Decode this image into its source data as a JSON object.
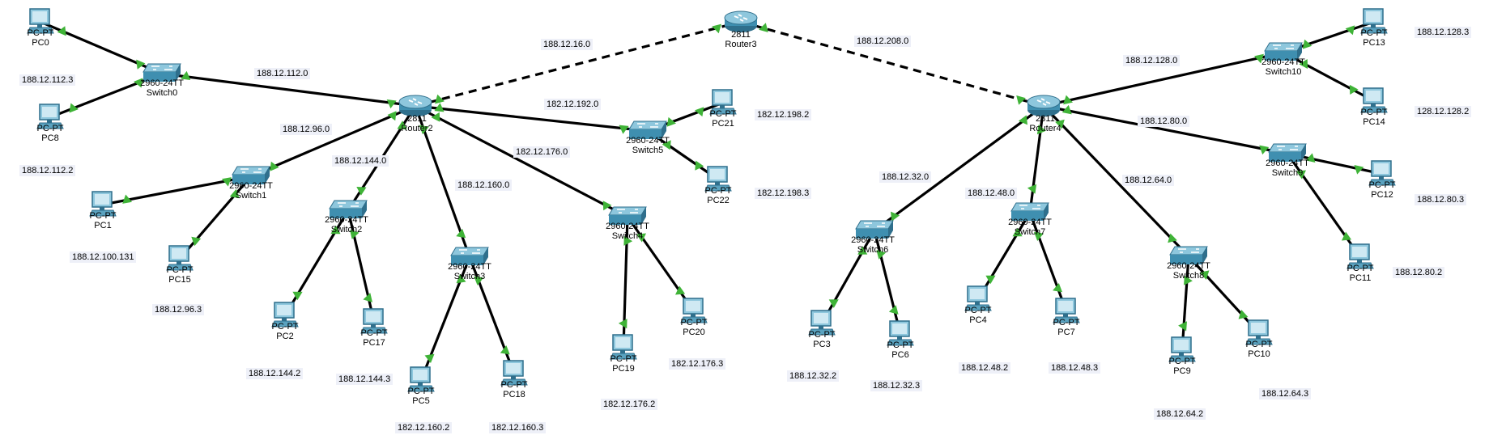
{
  "devices": [
    {
      "id": "Router3",
      "type": "router",
      "model": "2811",
      "name": "Router3"
    },
    {
      "id": "Router2",
      "type": "router",
      "model": "2811",
      "name": "Router2"
    },
    {
      "id": "Router4",
      "type": "router",
      "model": "2811",
      "name": "Router4"
    },
    {
      "id": "Switch0",
      "type": "switch",
      "model": "2960-24TT",
      "name": "Switch0"
    },
    {
      "id": "Switch1",
      "type": "switch",
      "model": "2960-24TT",
      "name": "Switch1"
    },
    {
      "id": "Switch2",
      "type": "switch",
      "model": "2960-24TT",
      "name": "Switch2"
    },
    {
      "id": "Switch3",
      "type": "switch",
      "model": "2960-24TT",
      "name": "Switch3"
    },
    {
      "id": "Switch4",
      "type": "switch",
      "model": "2960-24TT",
      "name": "Switch4"
    },
    {
      "id": "Switch5",
      "type": "switch",
      "model": "2960-24TT",
      "name": "Switch5"
    },
    {
      "id": "Switch6",
      "type": "switch",
      "model": "2960-24TT",
      "name": "Switch6"
    },
    {
      "id": "Switch7",
      "type": "switch",
      "model": "2960-24TT",
      "name": "Switch7"
    },
    {
      "id": "Switch8",
      "type": "switch",
      "model": "2960-24TT",
      "name": "Switch8"
    },
    {
      "id": "Switch9",
      "type": "switch",
      "model": "2960-24TT",
      "name": "Switch9"
    },
    {
      "id": "Switch10",
      "type": "switch",
      "model": "2960-24TT",
      "name": "Switch10"
    },
    {
      "id": "PC0",
      "type": "pc",
      "model": "PC-PT",
      "name": "PC0"
    },
    {
      "id": "PC8",
      "type": "pc",
      "model": "PC-PT",
      "name": "PC8"
    },
    {
      "id": "PC1",
      "type": "pc",
      "model": "PC-PT",
      "name": "PC1"
    },
    {
      "id": "PC15",
      "type": "pc",
      "model": "PC-PT",
      "name": "PC15"
    },
    {
      "id": "PC2",
      "type": "pc",
      "model": "PC-PT",
      "name": "PC2"
    },
    {
      "id": "PC17",
      "type": "pc",
      "model": "PC-PT",
      "name": "PC17"
    },
    {
      "id": "PC5",
      "type": "pc",
      "model": "PC-PT",
      "name": "PC5"
    },
    {
      "id": "PC18",
      "type": "pc",
      "model": "PC-PT",
      "name": "PC18"
    },
    {
      "id": "PC19",
      "type": "pc",
      "model": "PC-PT",
      "name": "PC19"
    },
    {
      "id": "PC20",
      "type": "pc",
      "model": "PC-PT",
      "name": "PC20"
    },
    {
      "id": "PC21",
      "type": "pc",
      "model": "PC-PT",
      "name": "PC21"
    },
    {
      "id": "PC22",
      "type": "pc",
      "model": "PC-PT",
      "name": "PC22"
    },
    {
      "id": "PC3",
      "type": "pc",
      "model": "PC-PT",
      "name": "PC3"
    },
    {
      "id": "PC6",
      "type": "pc",
      "model": "PC-PT",
      "name": "PC6"
    },
    {
      "id": "PC4",
      "type": "pc",
      "model": "PC-PT",
      "name": "PC4"
    },
    {
      "id": "PC7",
      "type": "pc",
      "model": "PC-PT",
      "name": "PC7"
    },
    {
      "id": "PC9",
      "type": "pc",
      "model": "PC-PT",
      "name": "PC9"
    },
    {
      "id": "PC10",
      "type": "pc",
      "model": "PC-PT",
      "name": "PC10"
    },
    {
      "id": "PC12",
      "type": "pc",
      "model": "PC-PT",
      "name": "PC12"
    },
    {
      "id": "PC11",
      "type": "pc",
      "model": "PC-PT",
      "name": "PC11"
    },
    {
      "id": "PC13",
      "type": "pc",
      "model": "PC-PT",
      "name": "PC13"
    },
    {
      "id": "PC14",
      "type": "pc",
      "model": "PC-PT",
      "name": "PC14"
    }
  ],
  "links": [
    {
      "a": "Router2",
      "b": "Router3",
      "style": "dashed"
    },
    {
      "a": "Router3",
      "b": "Router4",
      "style": "dashed"
    },
    {
      "a": "Router2",
      "b": "Switch0",
      "style": "solid"
    },
    {
      "a": "Router2",
      "b": "Switch1",
      "style": "solid"
    },
    {
      "a": "Router2",
      "b": "Switch2",
      "style": "solid"
    },
    {
      "a": "Router2",
      "b": "Switch3",
      "style": "solid"
    },
    {
      "a": "Router2",
      "b": "Switch4",
      "style": "solid"
    },
    {
      "a": "Router2",
      "b": "Switch5",
      "style": "solid"
    },
    {
      "a": "Router4",
      "b": "Switch6",
      "style": "solid"
    },
    {
      "a": "Router4",
      "b": "Switch7",
      "style": "solid"
    },
    {
      "a": "Router4",
      "b": "Switch8",
      "style": "solid"
    },
    {
      "a": "Router4",
      "b": "Switch9",
      "style": "solid"
    },
    {
      "a": "Router4",
      "b": "Switch10",
      "style": "solid"
    },
    {
      "a": "Switch0",
      "b": "PC0",
      "style": "solid"
    },
    {
      "a": "Switch0",
      "b": "PC8",
      "style": "solid"
    },
    {
      "a": "Switch1",
      "b": "PC1",
      "style": "solid"
    },
    {
      "a": "Switch1",
      "b": "PC15",
      "style": "solid"
    },
    {
      "a": "Switch2",
      "b": "PC2",
      "style": "solid"
    },
    {
      "a": "Switch2",
      "b": "PC17",
      "style": "solid"
    },
    {
      "a": "Switch3",
      "b": "PC5",
      "style": "solid"
    },
    {
      "a": "Switch3",
      "b": "PC18",
      "style": "solid"
    },
    {
      "a": "Switch4",
      "b": "PC19",
      "style": "solid"
    },
    {
      "a": "Switch4",
      "b": "PC20",
      "style": "solid"
    },
    {
      "a": "Switch5",
      "b": "PC21",
      "style": "solid"
    },
    {
      "a": "Switch5",
      "b": "PC22",
      "style": "solid"
    },
    {
      "a": "Switch6",
      "b": "PC3",
      "style": "solid"
    },
    {
      "a": "Switch6",
      "b": "PC6",
      "style": "solid"
    },
    {
      "a": "Switch7",
      "b": "PC4",
      "style": "solid"
    },
    {
      "a": "Switch7",
      "b": "PC7",
      "style": "solid"
    },
    {
      "a": "Switch8",
      "b": "PC9",
      "style": "solid"
    },
    {
      "a": "Switch8",
      "b": "PC10",
      "style": "solid"
    },
    {
      "a": "Switch9",
      "b": "PC12",
      "style": "solid"
    },
    {
      "a": "Switch9",
      "b": "PC11",
      "style": "solid"
    },
    {
      "a": "Switch10",
      "b": "PC13",
      "style": "solid"
    },
    {
      "a": "Switch10",
      "b": "PC14",
      "style": "solid"
    }
  ],
  "network_labels": [
    {
      "id": "n1",
      "text": "188.12.16.0"
    },
    {
      "id": "n2",
      "text": "188.12.208.0"
    },
    {
      "id": "n3",
      "text": "188.12.112.0"
    },
    {
      "id": "n4",
      "text": "188.12.96.0"
    },
    {
      "id": "n5",
      "text": "188.12.144.0"
    },
    {
      "id": "n6",
      "text": "188.12.160.0"
    },
    {
      "id": "n7",
      "text": "182.12.176.0"
    },
    {
      "id": "n8",
      "text": "182.12.192.0"
    },
    {
      "id": "n9",
      "text": "188.12.32.0"
    },
    {
      "id": "n10",
      "text": "188.12.48.0"
    },
    {
      "id": "n11",
      "text": "188.12.64.0"
    },
    {
      "id": "n12",
      "text": "188.12.80.0"
    },
    {
      "id": "n13",
      "text": "188.12.128.0"
    },
    {
      "id": "n14",
      "text": "188.12.112.3"
    },
    {
      "id": "n15",
      "text": "188.12.112.2"
    },
    {
      "id": "n16",
      "text": "188.12.100.131"
    },
    {
      "id": "n17",
      "text": "188.12.96.3"
    },
    {
      "id": "n18",
      "text": "188.12.144.2"
    },
    {
      "id": "n19",
      "text": "188.12.144.3"
    },
    {
      "id": "n20",
      "text": "182.12.160.2"
    },
    {
      "id": "n21",
      "text": "182.12.160.3"
    },
    {
      "id": "n22",
      "text": "182.12.176.2"
    },
    {
      "id": "n23",
      "text": "182.12.176.3"
    },
    {
      "id": "n24",
      "text": "182.12.198.2"
    },
    {
      "id": "n25",
      "text": "182.12.198.3"
    },
    {
      "id": "n26",
      "text": "188.12.32.2"
    },
    {
      "id": "n27",
      "text": "188.12.32.3"
    },
    {
      "id": "n28",
      "text": "188.12.48.2"
    },
    {
      "id": "n29",
      "text": "188.12.48.3"
    },
    {
      "id": "n30",
      "text": "188.12.64.2"
    },
    {
      "id": "n31",
      "text": "188.12.64.3"
    },
    {
      "id": "n32",
      "text": "188.12.80.3"
    },
    {
      "id": "n33",
      "text": "188.12.80.2"
    },
    {
      "id": "n34",
      "text": "188.12.128.3"
    },
    {
      "id": "n35",
      "text": "128.12.128.2"
    }
  ],
  "colors": {
    "link": "#000000",
    "port_up": "#3fb337",
    "label_bg": "#eef0f8",
    "device_body": "#3f8fb0"
  }
}
